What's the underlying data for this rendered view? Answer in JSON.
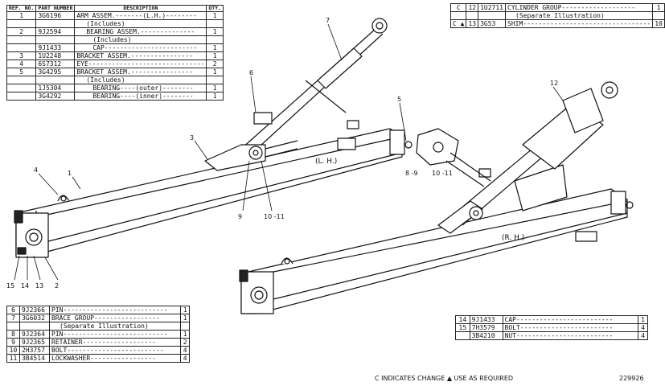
{
  "header": {
    "ref_no": "REF. NO.",
    "part_number": "PART NUMBER",
    "description": "DESCRIPTION",
    "qty": "QTY."
  },
  "table_main": [
    {
      "ref": "1",
      "part": "3G6196",
      "desc": "ARM ASSEM.-------(L.H.)--------",
      "qty": "1",
      "indent": 0
    },
    {
      "ref": "",
      "part": "",
      "desc": "(Includes)",
      "qty": "",
      "indent": 1
    },
    {
      "ref": "2",
      "part": "9J2594",
      "desc": "BEARING ASSEM.--------------",
      "qty": "1",
      "indent": 1
    },
    {
      "ref": "",
      "part": "",
      "desc": "(Includes)",
      "qty": "",
      "indent": 2
    },
    {
      "ref": "",
      "part": "9J1433",
      "desc": "CAP------------------------",
      "qty": "1",
      "indent": 2
    },
    {
      "ref": "3",
      "part": "1U2248",
      "desc": "BRACKET ASSEM.----------------",
      "qty": "1",
      "indent": 0
    },
    {
      "ref": "4",
      "part": "6S7312",
      "desc": "EYE------------------------------",
      "qty": "2",
      "indent": 0
    },
    {
      "ref": "5",
      "part": "3G4295",
      "desc": "BRACKET ASSEM.----------------",
      "qty": "1",
      "indent": 0
    },
    {
      "ref": "",
      "part": "",
      "desc": "(Includes)",
      "qty": "",
      "indent": 1
    },
    {
      "ref": "",
      "part": "1J5304",
      "desc": "BEARING----(outer)--------",
      "qty": "1",
      "indent": 2
    },
    {
      "ref": "",
      "part": "3G4292",
      "desc": "BEARING----(inner)--------",
      "qty": "1",
      "indent": 2
    }
  ],
  "table_top_right": [
    {
      "mark": "C",
      "ref": "12",
      "part": "1U2711",
      "desc": "CYLINDER GROUP-------------------",
      "qty": "1"
    },
    {
      "mark": "",
      "ref": "",
      "part": "",
      "desc": "(Separate Illustration)",
      "qty": ""
    },
    {
      "mark": "C ▲",
      "ref": "13",
      "part": "3G53",
      "desc": "SHIM---------------------------------",
      "qty": "10"
    }
  ],
  "table_bottom_left": [
    {
      "ref": "6",
      "part": "9J2366",
      "desc": "PIN---------------------------",
      "qty": "1"
    },
    {
      "ref": "7",
      "part": "3G6032",
      "desc": "BRACE GROUP-----------------",
      "qty": "1"
    },
    {
      "ref": "",
      "part": "",
      "desc": "(Separate Illustration)",
      "qty": ""
    },
    {
      "ref": "8",
      "part": "9J2364",
      "desc": "PIN---------------------------",
      "qty": "1"
    },
    {
      "ref": "9",
      "part": "9J2365",
      "desc": "RETAINER-------------------",
      "qty": "2"
    },
    {
      "ref": "10",
      "part": "2H3757",
      "desc": "BOLT-------------------------",
      "qty": "4"
    },
    {
      "ref": "11",
      "part": "3B4514",
      "desc": "LOCKWASHER-----------------",
      "qty": "4"
    }
  ],
  "table_bottom_right": [
    {
      "ref": "14",
      "part": "9J1433",
      "desc": "CAP-------------------------",
      "qty": "1"
    },
    {
      "ref": "15",
      "part": "7H3579",
      "desc": "BOLT------------------------",
      "qty": "4"
    },
    {
      "ref": "",
      "part": "3B4210",
      "desc": "NUT-------------------------",
      "qty": "4"
    }
  ],
  "labels": {
    "lh": "(L. H.)",
    "rh": "(R. H.)",
    "c1": "1",
    "c2": "2",
    "c3": "3",
    "c4": "4",
    "c5": "5",
    "c6": "6",
    "c7": "7",
    "c89": "8 -9",
    "c1011a": "10 -11",
    "c9": "9",
    "c1011b": "10 -11",
    "c12": "12",
    "c13": "13",
    "c14": "14",
    "c15": "15"
  },
  "footer": {
    "legend": "C INDICATES CHANGE  ▲ USE AS REQUIRED",
    "drawing_no": "229926"
  }
}
